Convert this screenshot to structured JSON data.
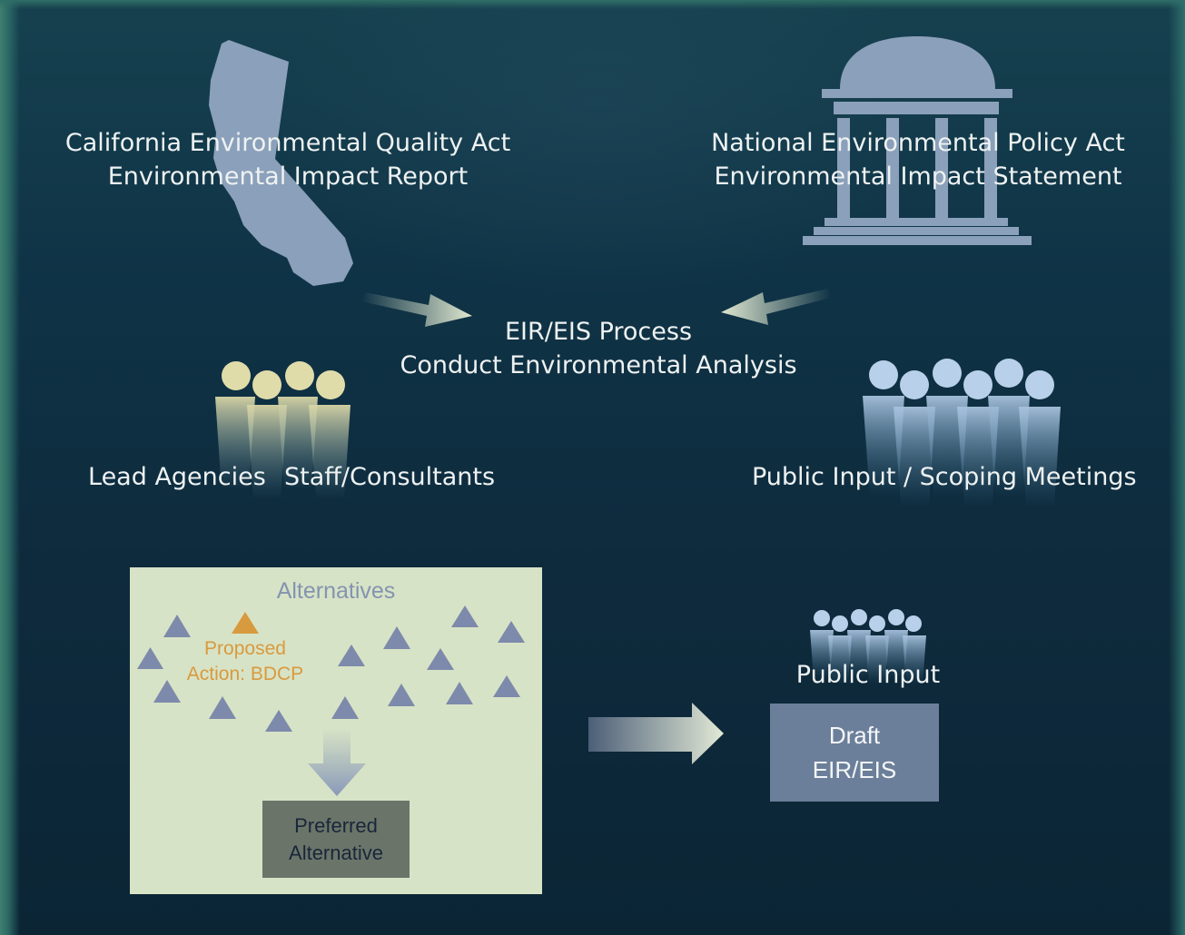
{
  "ceqa": {
    "line1": "California Environmental Quality Act",
    "line2": "Environmental Impact Report",
    "icon": "california-icon"
  },
  "nepa": {
    "line1": "National Environmental Policy Act",
    "line2": "Environmental Impact Statement",
    "icon": "capitol-building-icon"
  },
  "process": {
    "line1": "EIR/EIS Process",
    "line2": "Conduct Environmental Analysis"
  },
  "lead": {
    "label1": "Lead Agencies",
    "label2": "Staff/Consultants",
    "icon": "people-group-icon"
  },
  "public_scoping": {
    "label": "Public Input / Scoping Meetings",
    "icon": "people-group-icon"
  },
  "alternatives": {
    "title": "Alternatives",
    "proposed_line1": "Proposed",
    "proposed_line2": "Action: BDCP",
    "preferred_line1": "Preferred",
    "preferred_line2": "Alternative"
  },
  "public_input": {
    "label": "Public Input",
    "icon": "people-group-icon"
  },
  "draft": {
    "line1": "Draft",
    "line2": "EIR/EIS"
  },
  "colors": {
    "background": "#0e2b3d",
    "alt_box": "#d7e3c6",
    "triangle": "#7d8aab",
    "proposed": "#d89a3e",
    "preferred_box": "#6b7469",
    "draft_box": "#6c7f9a",
    "icon_blue": "#8ba0ba",
    "lead_heads": "#e0dcaa",
    "public_heads": "#b8d0ea"
  }
}
